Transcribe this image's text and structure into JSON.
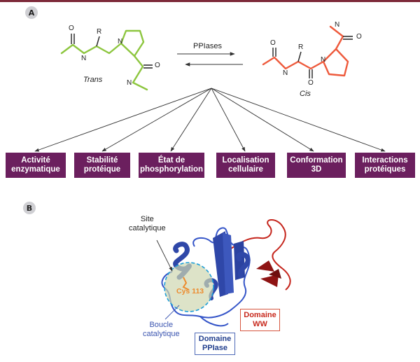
{
  "panel_a": {
    "letter": "A",
    "reaction_label": "PPIases",
    "trans_label": "Trans",
    "cis_label": "Cis",
    "atoms": {
      "o": "O",
      "n": "N",
      "r": "R"
    }
  },
  "effects": [
    {
      "line1": "Activité",
      "line2": "enzymatique"
    },
    {
      "line1": "Stabilité",
      "line2": "protéique"
    },
    {
      "line1": "État de",
      "line2": "phosphorylation"
    },
    {
      "line1": "Localisation",
      "line2": "cellulaire"
    },
    {
      "line1": "Conformation",
      "line2": "3D"
    },
    {
      "line1": "Interactions",
      "line2": "protéiques"
    }
  ],
  "panel_b": {
    "letter": "B",
    "site_line1": "Site",
    "site_line2": "catalytique",
    "cys_label": "Cys 113",
    "boucle_line1": "Boucle",
    "boucle_line2": "catalytique",
    "domaine_ww_line1": "Domaine",
    "domaine_ww_line2": "WW",
    "domaine_pp_line1": "Domaine",
    "domaine_pp_line2": "PPIase"
  },
  "colors": {
    "trans_bond": "#8dc63f",
    "cis_bond": "#ee5a3c",
    "box": "#6b1f5e",
    "ppiase_domain": "#2f47a8",
    "ww_domain": "#8e1313",
    "cys": "#ec8b2e",
    "site_circle": "#cfd7b0"
  }
}
